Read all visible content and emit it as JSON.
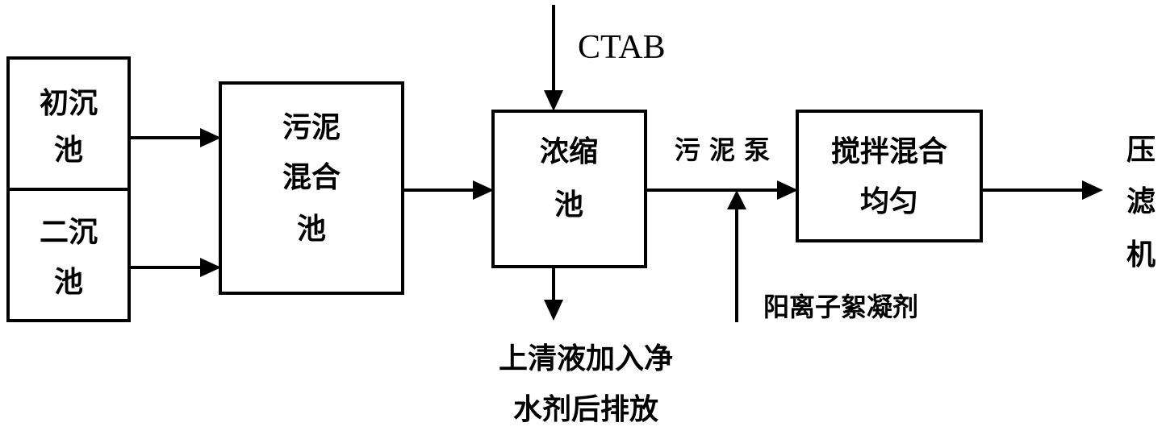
{
  "nodes": {
    "primary_clarifier": [
      "初沉",
      "池"
    ],
    "secondary_clarifier": [
      "二沉",
      "池"
    ],
    "sludge_mixing_tank": [
      "污泥",
      "混合",
      "池"
    ],
    "thickening_tank": [
      "浓缩",
      "池"
    ],
    "stirring_mixing": [
      "搅拌混合",
      "均匀"
    ],
    "filter_press": [
      "压",
      "滤",
      "机"
    ]
  },
  "labels": {
    "ctab": "CTAB",
    "sludge_pump": "污 泥 泵",
    "cationic_flocculant": "阳离子絮凝剂",
    "supernatant": [
      "上清液加入净",
      "水剂后排放"
    ]
  }
}
